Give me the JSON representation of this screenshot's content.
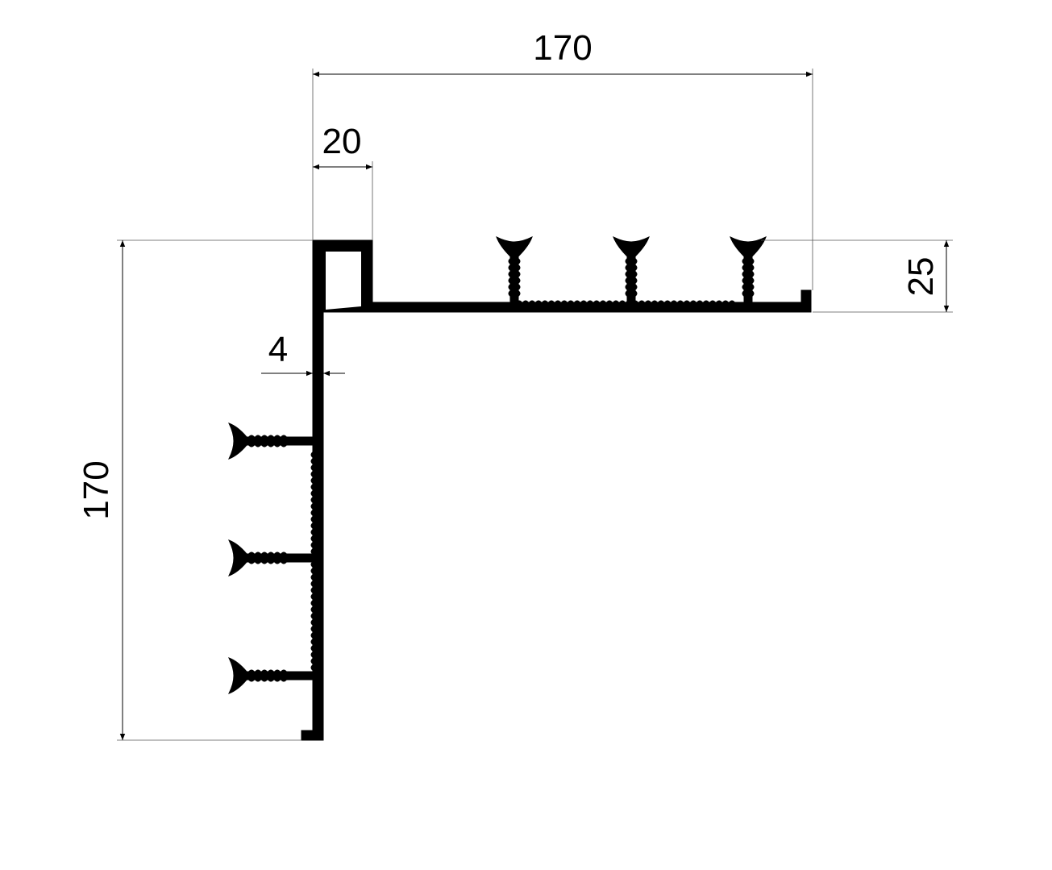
{
  "dimensions": {
    "top_width": "170",
    "flange_width": "20",
    "flange_height": "25",
    "wall_thickness": "4",
    "left_height": "170"
  },
  "colors": {
    "profile": "#000000",
    "dimension_lines": "#000000",
    "background": "#ffffff"
  }
}
